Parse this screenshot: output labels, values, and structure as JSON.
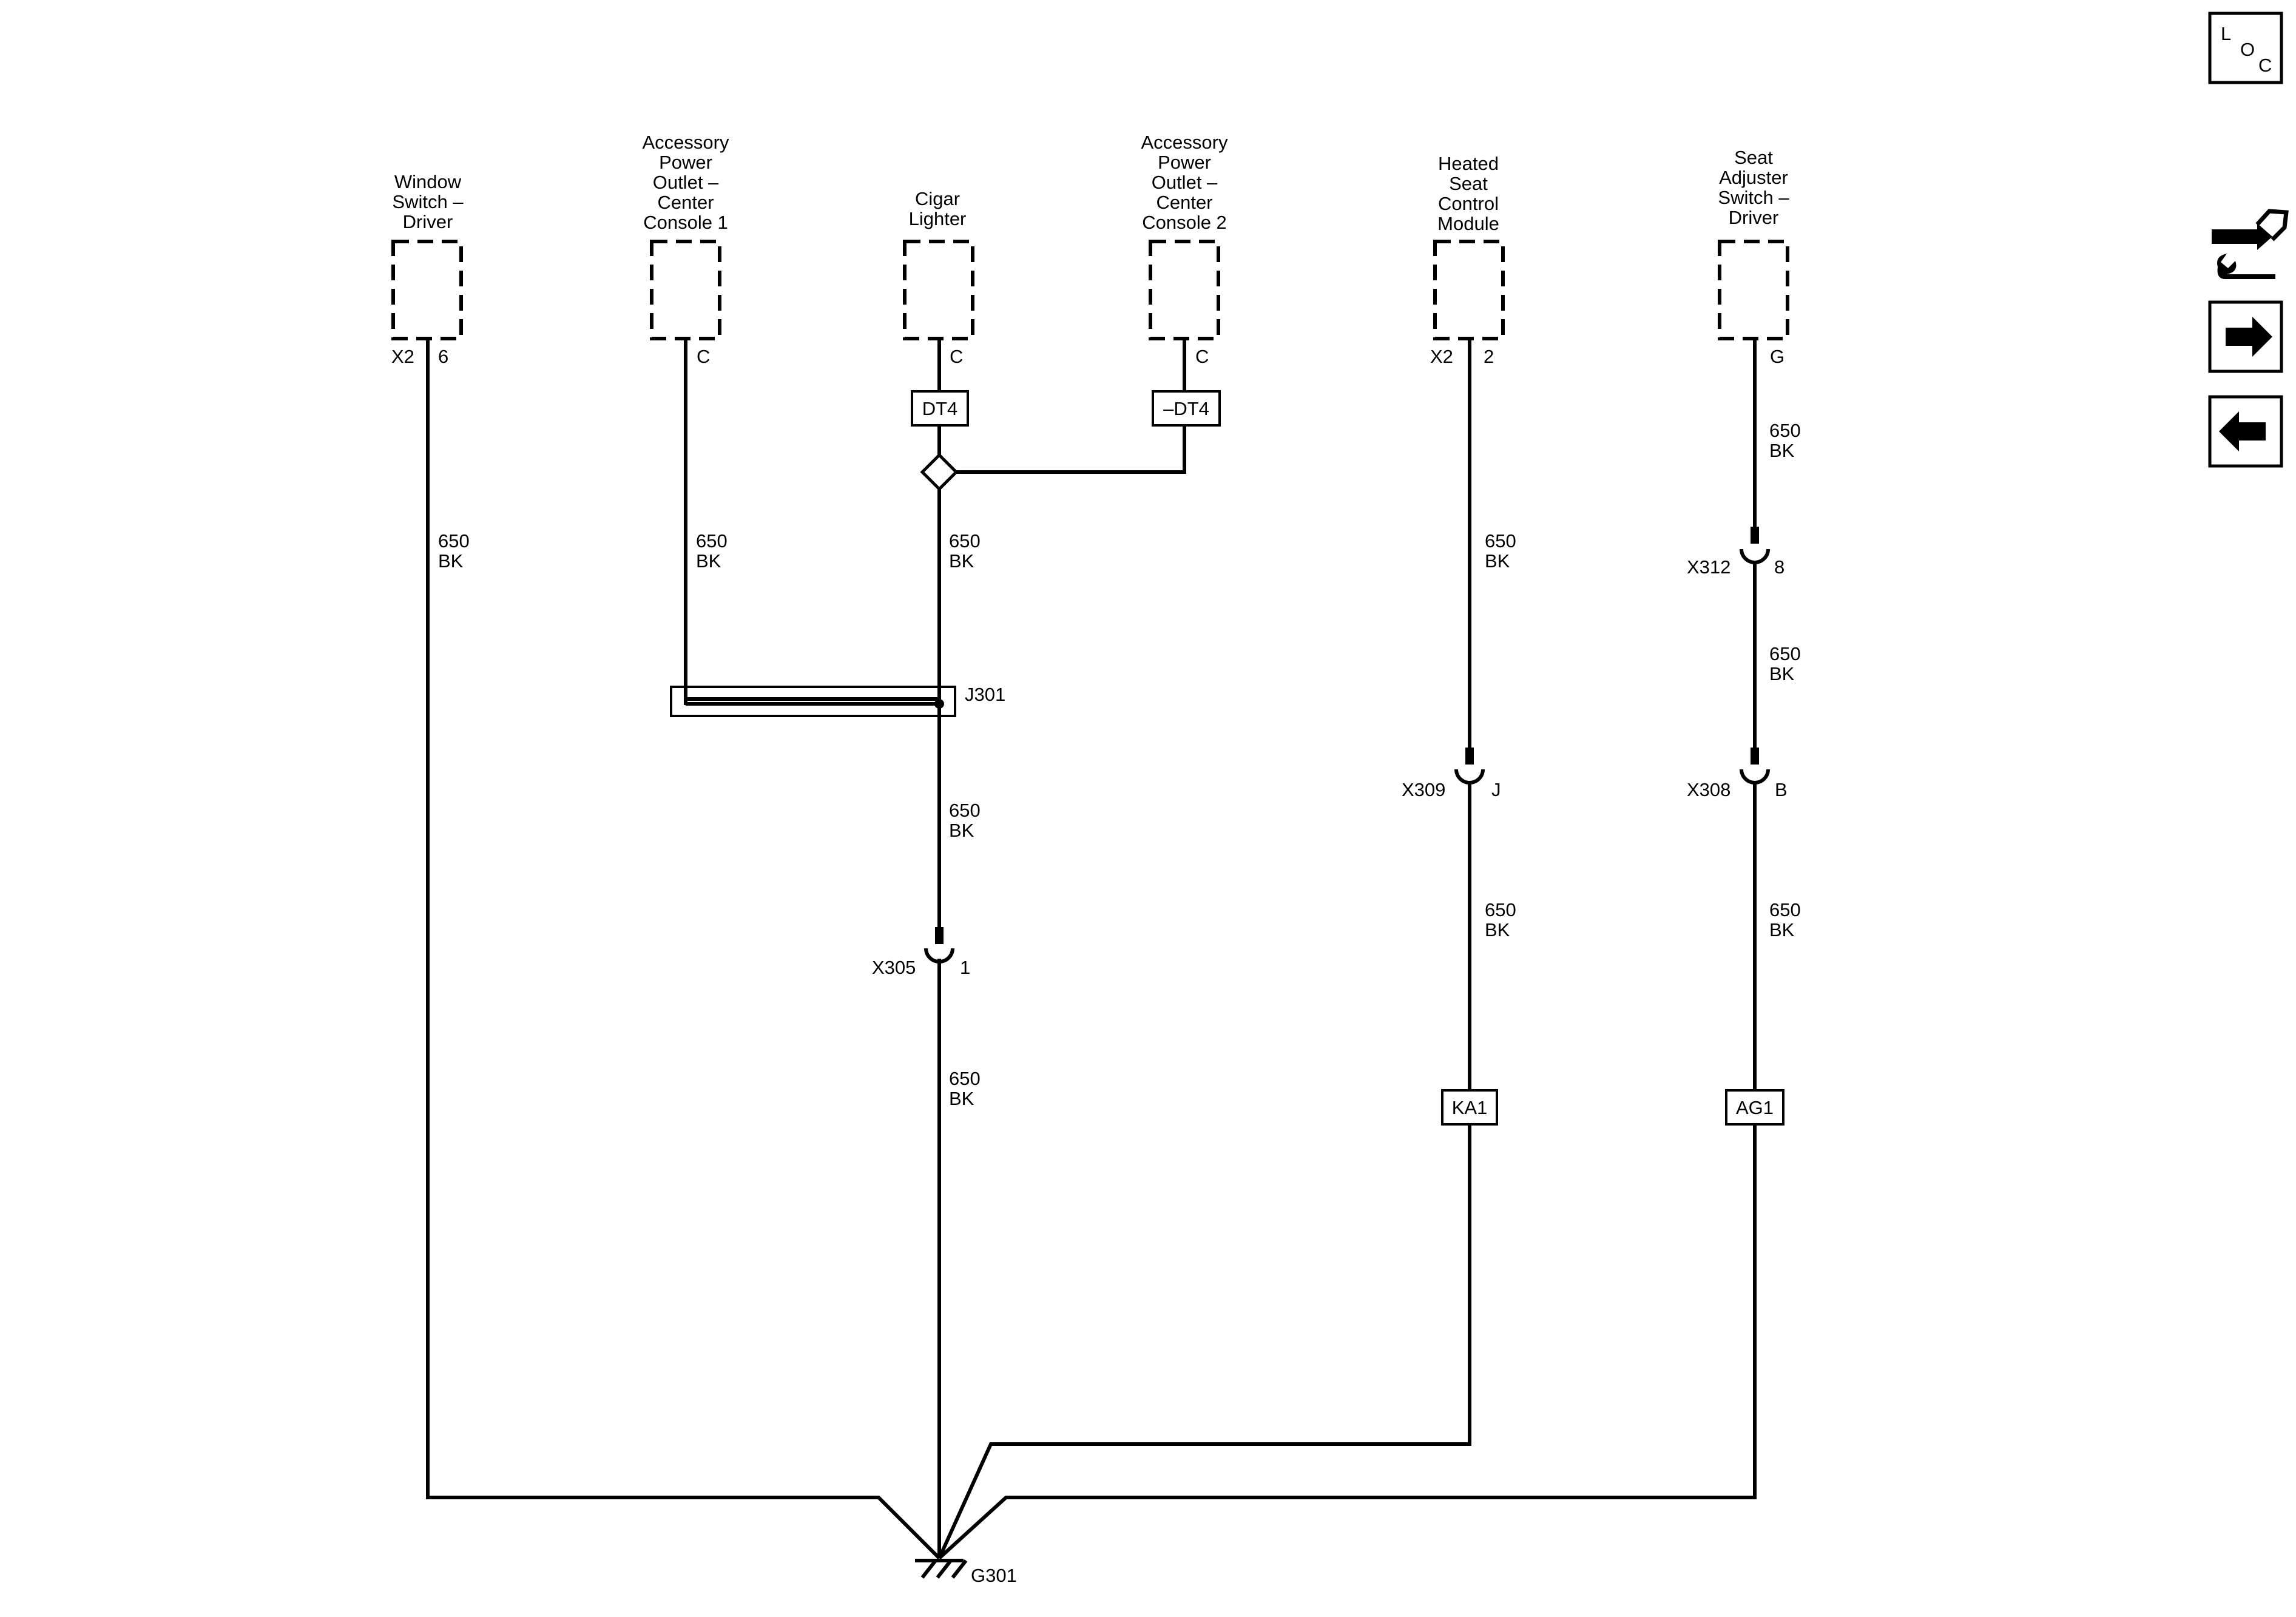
{
  "components": [
    {
      "name": "window-switch-driver",
      "lines": [
        "Window",
        "Switch –",
        "Driver"
      ],
      "pins": [
        "X2",
        "6"
      ]
    },
    {
      "name": "accessory-power-outlet-1",
      "lines": [
        "Accessory",
        "Power",
        "Outlet –",
        "Center",
        "Console 1"
      ],
      "pins": [
        "",
        "C"
      ]
    },
    {
      "name": "cigar-lighter",
      "lines": [
        "Cigar",
        "Lighter"
      ],
      "pins": [
        "",
        "C"
      ]
    },
    {
      "name": "accessory-power-outlet-2",
      "lines": [
        "Accessory",
        "Power",
        "Outlet –",
        "Center",
        "Console 2"
      ],
      "pins": [
        "",
        "C"
      ]
    },
    {
      "name": "heated-seat-control-module",
      "lines": [
        "Heated",
        "Seat",
        "Control",
        "Module"
      ],
      "pins": [
        "X2",
        "2"
      ]
    },
    {
      "name": "seat-adjuster-switch-driver",
      "lines": [
        "Seat",
        "Adjuster",
        "Switch –",
        "Driver"
      ],
      "pins": [
        "",
        "G"
      ]
    }
  ],
  "wire_labels": {
    "w1": [
      "650",
      "BK"
    ],
    "w2": [
      "650",
      "BK"
    ],
    "w3": [
      "650",
      "BK"
    ],
    "w4": [
      "650",
      "BK"
    ],
    "w5": [
      "650",
      "BK"
    ],
    "w6": [
      "650",
      "BK"
    ],
    "w7": [
      "650",
      "BK"
    ],
    "w8": [
      "650",
      "BK"
    ],
    "w9": [
      "650",
      "BK"
    ],
    "w10": [
      "650",
      "BK"
    ]
  },
  "option_boxes": {
    "dt4": "DT4",
    "not_dt4": "–DT4",
    "ka1": "KA1",
    "ag1": "AG1"
  },
  "connectors": {
    "x305": {
      "id": "X305",
      "pin": "1"
    },
    "x309": {
      "id": "X309",
      "pin": "J"
    },
    "x308": {
      "id": "X308",
      "pin": "B"
    },
    "x312": {
      "id": "X312",
      "pin": "8"
    }
  },
  "splice": "J301",
  "ground": "G301",
  "loc_icon": {
    "letters": [
      "L",
      "O",
      "C"
    ]
  },
  "side_icons": [
    "connector-wrench-icon",
    "arrow-right-icon",
    "arrow-left-icon"
  ]
}
